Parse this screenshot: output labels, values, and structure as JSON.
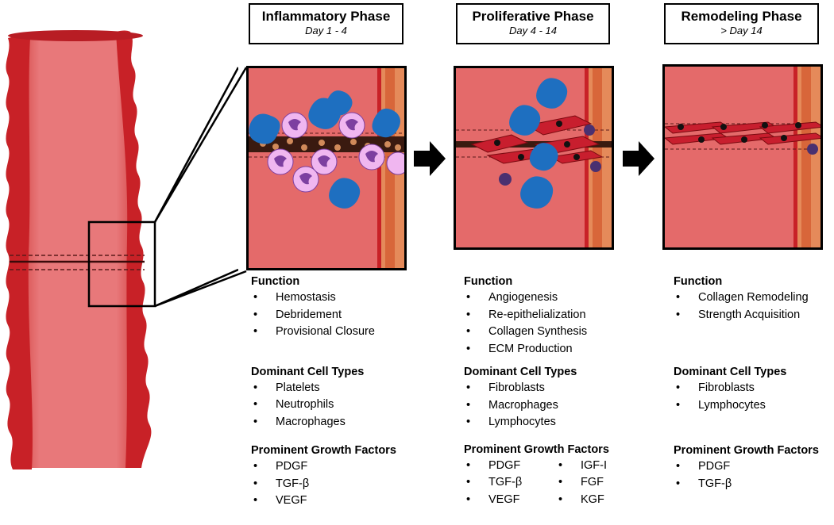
{
  "colors": {
    "tissue": "#e46a6a",
    "vessel_wall": "#c82127",
    "vessel_lumen": "#e8787a",
    "macrophage": "#1e6fc0",
    "neutrophil": "#f0b6f0",
    "neutrophil_nucleus": "#7d3fa0",
    "fibroblast": "#c81e2e",
    "lymphocyte": "#4a3070"
  },
  "phases": [
    {
      "title": "Inflammatory Phase",
      "days": "Day 1 - 4",
      "function_header": "Function",
      "functions": [
        "Hemostasis",
        "Debridement",
        "Provisional Closure"
      ],
      "cells_header": "Dominant Cell Types",
      "cells": [
        "Platelets",
        "Neutrophils",
        "Macrophages"
      ],
      "factors_header": "Prominent Growth Factors",
      "factors": [
        "PDGF",
        "TGF-β",
        "VEGF"
      ]
    },
    {
      "title": "Proliferative Phase",
      "days": "Day 4 - 14",
      "function_header": "Function",
      "functions": [
        "Angiogenesis",
        "Re-epithelialization",
        "Collagen Synthesis",
        "ECM Production"
      ],
      "cells_header": "Dominant Cell Types",
      "cells": [
        "Fibroblasts",
        "Macrophages",
        "Lymphocytes"
      ],
      "factors_header": "Prominent Growth Factors",
      "factors": [
        "PDGF",
        "TGF-β",
        "VEGF"
      ],
      "factors_col2": [
        "IGF-I",
        "FGF",
        "KGF"
      ]
    },
    {
      "title": "Remodeling Phase",
      "days": "> Day 14",
      "function_header": "Function",
      "functions": [
        "Collagen Remodeling",
        "Strength Acquisition"
      ],
      "cells_header": "Dominant Cell Types",
      "cells": [
        "Fibroblasts",
        "Lymphocytes"
      ],
      "factors_header": "Prominent Growth Factors",
      "factors": [
        "PDGF",
        "TGF-β"
      ]
    }
  ]
}
